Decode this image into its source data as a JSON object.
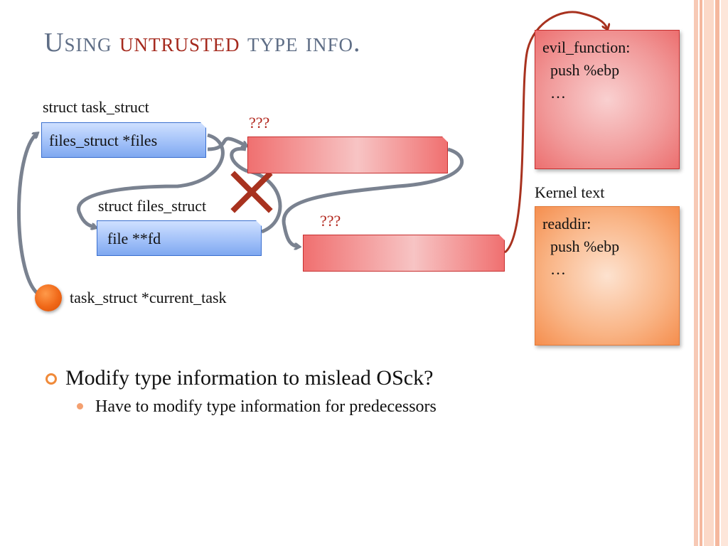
{
  "title": {
    "part1": "Using ",
    "accent": "untrusted",
    "part2": " type info."
  },
  "diagram": {
    "task_struct_label": "struct task_struct",
    "files_field": "files_struct *files",
    "files_struct_label": "struct files_struct",
    "fd_field": "file **fd",
    "unknown_1": "???",
    "unknown_2": "???",
    "current_task": "task_struct *current_task",
    "kernel_text_label": "Kernel text",
    "evil_box": {
      "lines": [
        "evil_function:",
        "  push %ebp",
        "  …"
      ]
    },
    "kernel_box": {
      "lines": [
        "readdir:",
        "  push %ebp",
        "  …"
      ]
    },
    "colors": {
      "arrow_gray": "#7a8290",
      "arrow_red": "#a8321f",
      "cross": "#a8321f",
      "accent_orange": "#f08a3a"
    }
  },
  "bullets": [
    {
      "text": "Modify type information to mislead OSck?",
      "children": [
        "Have to modify type information for predecessors"
      ]
    }
  ]
}
